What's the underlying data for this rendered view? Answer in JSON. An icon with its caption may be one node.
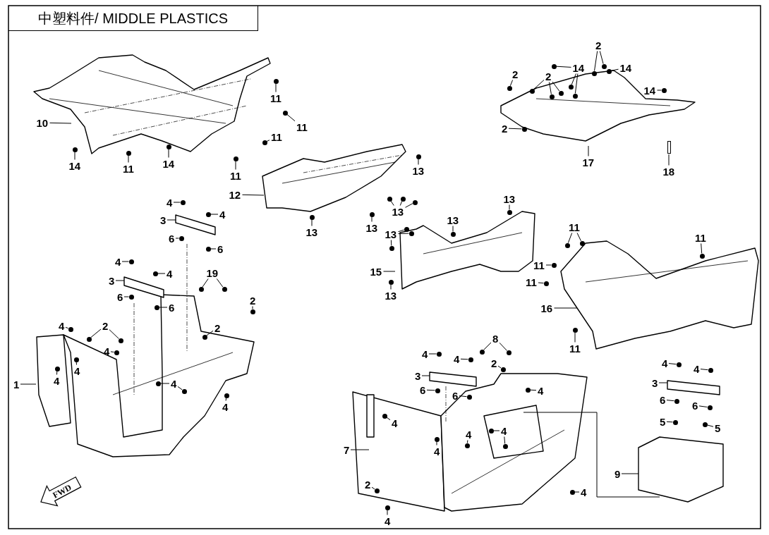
{
  "diagram": {
    "title": "中塑料件/ MIDDLE PLASTICS",
    "nodes": [
      {
        "text": [
          "2"
        ]
      },
      {
        "text": [
          "14"
        ]
      },
      {
        "text": [
          "14"
        ]
      },
      {
        "text": [
          "2"
        ]
      },
      {
        "text": [
          "2"
        ]
      },
      {
        "text": [
          "14"
        ]
      },
      {
        "text": [
          "11"
        ]
      },
      {
        "text": [
          "10"
        ]
      },
      {
        "text": [
          "11"
        ]
      },
      {
        "text": [
          "2"
        ]
      },
      {
        "text": [
          "11"
        ]
      },
      {
        "text": [
          "17"
        ]
      },
      {
        "text": [
          "14"
        ]
      },
      {
        "text": [
          "14"
        ]
      },
      {
        "text": [
          "11"
        ]
      },
      {
        "text": [
          "13"
        ]
      },
      {
        "text": [
          "18"
        ]
      },
      {
        "text": [
          "11"
        ]
      },
      {
        "text": [
          "12"
        ]
      },
      {
        "text": [
          "13"
        ]
      },
      {
        "text": [
          "4"
        ]
      },
      {
        "text": [
          "13"
        ]
      },
      {
        "text": [
          "4"
        ]
      },
      {
        "text": [
          "3"
        ]
      },
      {
        "text": [
          "13"
        ]
      },
      {
        "text": [
          "11"
        ]
      },
      {
        "text": [
          "13"
        ]
      },
      {
        "text": [
          "13"
        ]
      },
      {
        "text": [
          "13"
        ]
      },
      {
        "text": [
          "11"
        ]
      },
      {
        "text": [
          "6"
        ]
      },
      {
        "text": [
          "6"
        ]
      },
      {
        "text": [
          "4"
        ]
      },
      {
        "text": [
          "11"
        ]
      },
      {
        "text": [
          "15"
        ]
      },
      {
        "text": [
          "4"
        ]
      },
      {
        "text": [
          "19"
        ]
      },
      {
        "text": [
          "11"
        ]
      },
      {
        "text": [
          "3"
        ]
      },
      {
        "text": [
          "13"
        ]
      },
      {
        "text": [
          "6"
        ]
      },
      {
        "text": [
          "2"
        ]
      },
      {
        "text": [
          "6"
        ]
      },
      {
        "text": [
          "16"
        ]
      },
      {
        "text": [
          "4"
        ]
      },
      {
        "text": [
          "2"
        ]
      },
      {
        "text": [
          "2"
        ]
      },
      {
        "text": [
          "8"
        ]
      },
      {
        "text": [
          "4"
        ]
      },
      {
        "text": [
          "11"
        ]
      },
      {
        "text": [
          "4"
        ]
      },
      {
        "text": [
          "4"
        ]
      },
      {
        "text": [
          "2"
        ]
      },
      {
        "text": [
          "4"
        ]
      },
      {
        "text": [
          "4"
        ]
      },
      {
        "text": [
          "4"
        ]
      },
      {
        "text": [
          "3"
        ]
      },
      {
        "text": [
          "3"
        ]
      },
      {
        "text": [
          "4"
        ]
      },
      {
        "text": [
          "4"
        ]
      },
      {
        "text": [
          "1"
        ]
      },
      {
        "text": [
          "6"
        ]
      },
      {
        "text": [
          "4"
        ]
      },
      {
        "text": [
          "6"
        ]
      },
      {
        "text": [
          "6"
        ]
      },
      {
        "text": [
          "6"
        ]
      },
      {
        "text": [
          "4"
        ]
      },
      {
        "text": [
          "5"
        ]
      },
      {
        "text": [
          "4"
        ]
      },
      {
        "text": [
          "5"
        ]
      },
      {
        "text": [
          "4"
        ]
      },
      {
        "text": [
          "4"
        ]
      },
      {
        "text": [
          "7"
        ]
      },
      {
        "text": [
          "4"
        ]
      },
      {
        "text": [
          "9"
        ]
      },
      {
        "text": [
          "2"
        ]
      },
      {
        "text": [
          "4"
        ]
      },
      {
        "text": [
          "4"
        ]
      },
      {
        "text": [],
        "shape": "circle"
      },
      {
        "text": [],
        "shape": "circle"
      },
      {
        "text": [],
        "shape": "circle"
      },
      {
        "text": [],
        "shape": "circle"
      },
      {
        "text": [],
        "shape": "circle"
      },
      {
        "text": [],
        "shape": "circle"
      },
      {
        "text": [],
        "shape": "circle"
      },
      {
        "text": [],
        "shape": "circle"
      },
      {
        "text": [],
        "shape": "circle"
      },
      {
        "text": [],
        "shape": "circle"
      },
      {
        "text": [],
        "shape": "circle"
      },
      {
        "text": [],
        "shape": "circle"
      },
      {
        "text": [],
        "shape": "circle"
      },
      {
        "text": [],
        "shape": "circle"
      },
      {
        "text": [],
        "shape": "circle"
      },
      {
        "text": [],
        "shape": "circle"
      },
      {
        "text": [],
        "shape": "circle"
      },
      {
        "text": [],
        "shape": "circle"
      },
      {
        "text": [],
        "shape": "circle"
      },
      {
        "text": [],
        "shape": "circle"
      },
      {
        "text": [],
        "shape": "circle"
      },
      {
        "text": [],
        "shape": "circle"
      },
      {
        "text": [],
        "shape": "circle"
      },
      {
        "text": [],
        "shape": "circle"
      },
      {
        "text": [],
        "shape": "circle"
      },
      {
        "text": [],
        "shape": "circle"
      },
      {
        "text": [],
        "shape": "circle"
      },
      {
        "text": [],
        "shape": "circle"
      },
      {
        "text": [],
        "shape": "circle"
      },
      {
        "text": [],
        "shape": "circle"
      },
      {
        "text": [],
        "shape": "circle"
      },
      {
        "text": [],
        "shape": "circle"
      },
      {
        "text": [],
        "shape": "circle"
      },
      {
        "text": [],
        "shape": "circle"
      },
      {
        "text": [],
        "shape": "circle"
      },
      {
        "text": [],
        "shape": "circle"
      },
      {
        "text": [],
        "shape": "circle"
      },
      {
        "text": [],
        "shape": "circle"
      },
      {
        "text": [],
        "shape": "circle"
      },
      {
        "text": [],
        "shape": "circle"
      },
      {
        "text": [],
        "shape": "circle"
      },
      {
        "text": [],
        "shape": "circle"
      },
      {
        "text": [],
        "shape": "circle"
      },
      {
        "text": [],
        "shape": "circle"
      },
      {
        "text": [],
        "shape": "circle"
      },
      {
        "text": [],
        "shape": "circle"
      },
      {
        "text": [],
        "shape": "circle"
      },
      {
        "text": [],
        "shape": "circle"
      },
      {
        "text": [],
        "shape": "circle"
      },
      {
        "text": [],
        "shape": "circle"
      },
      {
        "text": [],
        "shape": "circle"
      },
      {
        "text": [],
        "shape": "circle"
      },
      {
        "text": [],
        "shape": "circle"
      },
      {
        "text": [],
        "shape": "circle"
      },
      {
        "text": [],
        "shape": "circle"
      },
      {
        "text": [],
        "shape": "circle"
      },
      {
        "text": [],
        "shape": "circle"
      },
      {
        "text": [],
        "shape": "circle"
      },
      {
        "text": [],
        "shape": "circle"
      },
      {
        "text": [],
        "shape": "circle"
      },
      {
        "text": [],
        "shape": "circle"
      },
      {
        "text": [],
        "shape": "circle"
      },
      {
        "text": [],
        "shape": "circle"
      },
      {
        "text": [],
        "shape": "circle"
      },
      {
        "text": [],
        "shape": "circle"
      },
      {
        "text": [],
        "shape": "circle"
      },
      {
        "text": [],
        "shape": "circle"
      },
      {
        "text": [],
        "shape": "circle"
      },
      {
        "text": [],
        "shape": "circle"
      },
      {
        "text": [],
        "shape": "circle"
      },
      {
        "text": [],
        "shape": "circle"
      },
      {
        "text": [],
        "shape": "circle"
      },
      {
        "text": [],
        "shape": "circle"
      },
      {
        "text": [],
        "shape": "circle"
      },
      {
        "text": [],
        "shape": "circle"
      },
      {
        "text": [],
        "shape": "circle"
      },
      {
        "text": [],
        "shape": "circle"
      },
      {
        "text": [],
        "shape": "circle"
      },
      {
        "text": [],
        "shape": "circle"
      },
      {
        "text": [],
        "shape": "circle"
      },
      {
        "text": [],
        "shape": "box"
      }
    ],
    "edges": [
      {
        "from": 0,
        "to": 78,
        "arrow": "none"
      },
      {
        "from": 0,
        "to": 79,
        "arrow": "none"
      },
      {
        "from": 1,
        "to": 80,
        "arrow": "none"
      },
      {
        "from": 1,
        "to": 81,
        "arrow": "none"
      },
      {
        "from": 1,
        "to": 82,
        "arrow": "none"
      },
      {
        "from": 2,
        "to": 83,
        "arrow": "none"
      },
      {
        "from": 3,
        "to": 84,
        "arrow": "none"
      },
      {
        "from": 4,
        "to": 85,
        "arrow": "none"
      },
      {
        "from": 4,
        "to": 86,
        "arrow": "none"
      },
      {
        "from": 4,
        "to": 87,
        "arrow": "none"
      },
      {
        "from": 5,
        "to": 88,
        "arrow": "none"
      },
      {
        "from": 6,
        "to": 89,
        "arrow": "none"
      },
      {
        "from": 7,
        "to": null,
        "arrow": "none"
      },
      {
        "from": 8,
        "to": 90,
        "arrow": "none"
      },
      {
        "from": 9,
        "to": 91,
        "arrow": "none"
      },
      {
        "from": 10,
        "to": 92,
        "arrow": "none"
      },
      {
        "from": 11,
        "to": null,
        "arrow": "none"
      },
      {
        "from": 12,
        "to": 93,
        "arrow": "none"
      },
      {
        "from": 13,
        "to": 94,
        "arrow": "none"
      },
      {
        "from": 14,
        "to": 95,
        "arrow": "none"
      },
      {
        "from": 15,
        "to": 96,
        "arrow": "none"
      },
      {
        "from": 16,
        "to": 158,
        "arrow": "none"
      },
      {
        "from": 17,
        "to": 97,
        "arrow": "none"
      },
      {
        "from": 18,
        "to": null,
        "arrow": "none"
      },
      {
        "from": 19,
        "to": 98,
        "arrow": "none"
      },
      {
        "from": 20,
        "to": 99,
        "arrow": "none"
      },
      {
        "from": 21,
        "to": 100,
        "arrow": "none"
      },
      {
        "from": 21,
        "to": 101,
        "arrow": "none"
      },
      {
        "from": 21,
        "to": 102,
        "arrow": "none"
      },
      {
        "from": 22,
        "to": 103,
        "arrow": "none"
      },
      {
        "from": 23,
        "to": null,
        "arrow": "none"
      },
      {
        "from": 24,
        "to": 104,
        "arrow": "none"
      },
      {
        "from": 25,
        "to": 105,
        "arrow": "none"
      },
      {
        "from": 25,
        "to": 106,
        "arrow": "none"
      },
      {
        "from": 26,
        "to": 107,
        "arrow": "none"
      },
      {
        "from": 27,
        "to": 108,
        "arrow": "none"
      },
      {
        "from": 28,
        "to": 109,
        "arrow": "none"
      },
      {
        "from": 28,
        "to": 110,
        "arrow": "none"
      },
      {
        "from": 28,
        "to": 111,
        "arrow": "none"
      },
      {
        "from": 29,
        "to": 112,
        "arrow": "none"
      },
      {
        "from": 30,
        "to": 113,
        "arrow": "none"
      },
      {
        "from": 31,
        "to": 114,
        "arrow": "none"
      },
      {
        "from": 32,
        "to": 115,
        "arrow": "none"
      },
      {
        "from": 33,
        "to": 116,
        "arrow": "none"
      },
      {
        "from": 34,
        "to": null,
        "arrow": "none"
      },
      {
        "from": 35,
        "to": 117,
        "arrow": "none"
      },
      {
        "from": 36,
        "to": 118,
        "arrow": "none"
      },
      {
        "from": 36,
        "to": 119,
        "arrow": "none"
      },
      {
        "from": 37,
        "to": 120,
        "arrow": "none"
      },
      {
        "from": 38,
        "to": null,
        "arrow": "none"
      },
      {
        "from": 39,
        "to": 121,
        "arrow": "none"
      },
      {
        "from": 40,
        "to": 122,
        "arrow": "none"
      },
      {
        "from": 41,
        "to": 123,
        "arrow": "none"
      },
      {
        "from": 42,
        "to": 124,
        "arrow": "none"
      },
      {
        "from": 43,
        "to": null,
        "arrow": "none"
      },
      {
        "from": 44,
        "to": 125,
        "arrow": "none"
      },
      {
        "from": 45,
        "to": 126,
        "arrow": "none"
      },
      {
        "from": 45,
        "to": 127,
        "arrow": "none"
      },
      {
        "from": 46,
        "to": 128,
        "arrow": "none"
      },
      {
        "from": 47,
        "to": 129,
        "arrow": "none"
      },
      {
        "from": 47,
        "to": 130,
        "arrow": "none"
      },
      {
        "from": 48,
        "to": 131,
        "arrow": "none"
      },
      {
        "from": 49,
        "to": 132,
        "arrow": "none"
      },
      {
        "from": 50,
        "to": 133,
        "arrow": "none"
      },
      {
        "from": 51,
        "to": 134,
        "arrow": "none"
      },
      {
        "from": 52,
        "to": 135,
        "arrow": "none"
      },
      {
        "from": 53,
        "to": 136,
        "arrow": "none"
      },
      {
        "from": 54,
        "to": 137,
        "arrow": "none"
      },
      {
        "from": 55,
        "to": 138,
        "arrow": "none"
      },
      {
        "from": 56,
        "to": null,
        "arrow": "none"
      },
      {
        "from": 57,
        "to": null,
        "arrow": "none"
      },
      {
        "from": 58,
        "to": 139,
        "arrow": "none"
      },
      {
        "from": 59,
        "to": 140,
        "arrow": "none"
      },
      {
        "from": 59,
        "to": 141,
        "arrow": "none"
      },
      {
        "from": 60,
        "to": null,
        "arrow": "none"
      },
      {
        "from": 61,
        "to": 142,
        "arrow": "none"
      },
      {
        "from": 62,
        "to": 143,
        "arrow": "none"
      },
      {
        "from": 63,
        "to": 144,
        "arrow": "none"
      },
      {
        "from": 64,
        "to": 145,
        "arrow": "none"
      },
      {
        "from": 65,
        "to": 146,
        "arrow": "none"
      },
      {
        "from": 66,
        "to": 147,
        "arrow": "none"
      },
      {
        "from": 67,
        "to": 148,
        "arrow": "none"
      },
      {
        "from": 68,
        "to": 149,
        "arrow": "none"
      },
      {
        "from": 69,
        "to": 150,
        "arrow": "none"
      },
      {
        "from": 70,
        "to": 151,
        "arrow": "none"
      },
      {
        "from": 70,
        "to": 152,
        "arrow": "none"
      },
      {
        "from": 71,
        "to": 153,
        "arrow": "none"
      },
      {
        "from": 72,
        "to": null,
        "arrow": "none"
      },
      {
        "from": 73,
        "to": 154,
        "arrow": "none"
      },
      {
        "from": 74,
        "to": null,
        "arrow": "none"
      },
      {
        "from": 75,
        "to": 155,
        "arrow": "none"
      },
      {
        "from": 76,
        "to": 156,
        "arrow": "none"
      },
      {
        "from": 77,
        "to": 157,
        "arrow": "none"
      }
    ],
    "labels": [
      "FWD"
    ]
  }
}
